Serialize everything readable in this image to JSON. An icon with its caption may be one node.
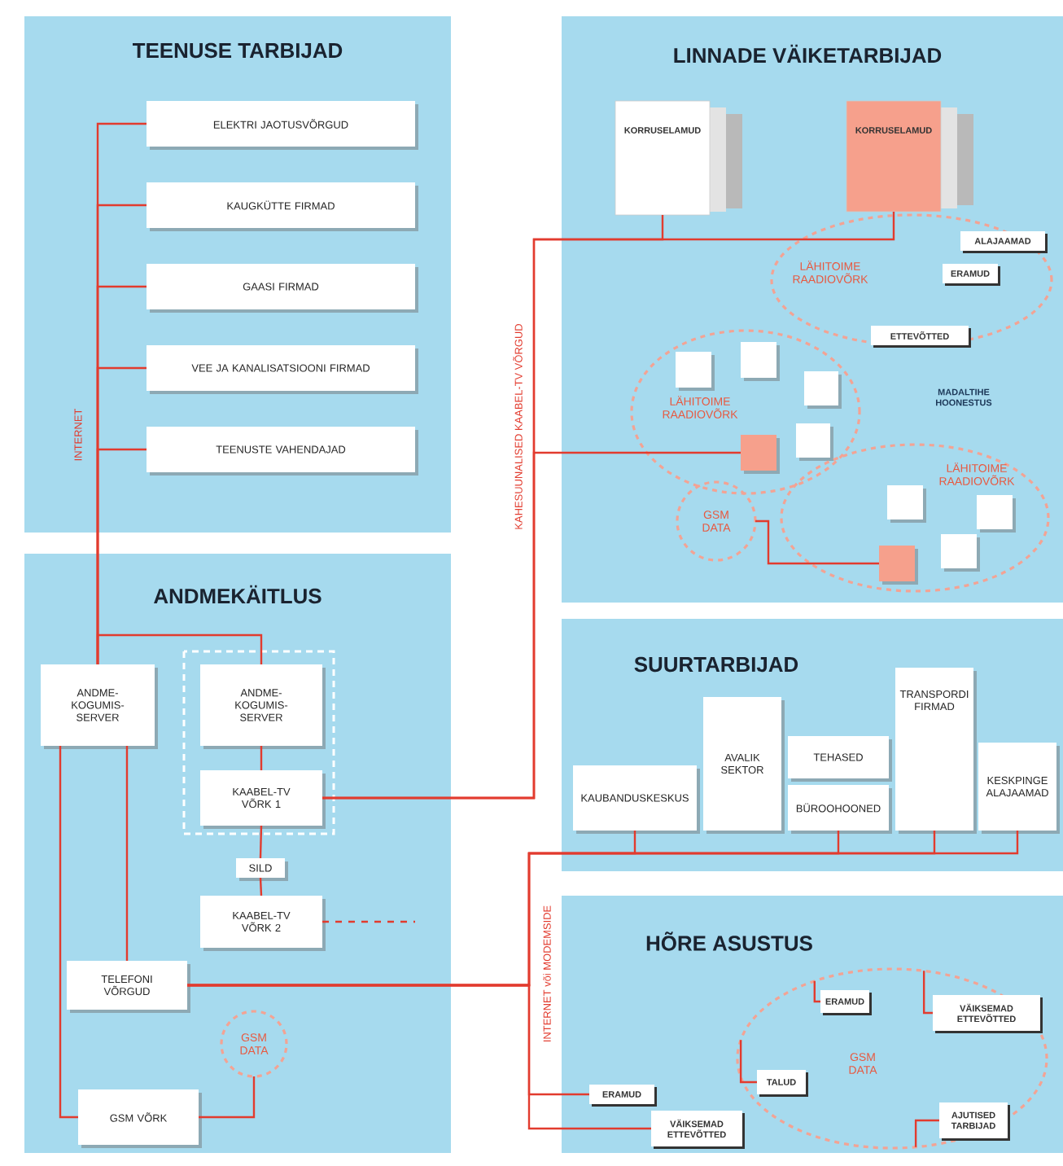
{
  "diagram": {
    "nodes": [
      {
        "text": [
          "TEENUSE TARBIJAD"
        ]
      },
      {
        "text": [
          "ELEKTRI JAOTUSVÕRGUD"
        ],
        "in": 0
      },
      {
        "text": [
          "KAUGKÜTTE FIRMAD"
        ],
        "in": 0
      },
      {
        "text": [
          "GAASI FIRMAD"
        ],
        "in": 0
      },
      {
        "text": [
          "VEE JA KANALISATSIOONI FIRMAD"
        ],
        "in": 0
      },
      {
        "text": [
          "TEENUSTE VAHENDAJAD"
        ],
        "in": 0
      },
      {
        "text": [
          "LINNADE VÄIKETARBIJAD"
        ]
      },
      {
        "text": [
          "KORRUSELAMUD"
        ],
        "in": 6
      },
      {
        "text": [
          "KORRUSELAMUD"
        ],
        "in": 6
      },
      {
        "text": [
          "LÄHITOIME RAADIOVÕRK"
        ],
        "in": 6
      },
      {
        "text": [
          "ALAJAAMAD"
        ],
        "in": 9
      },
      {
        "text": [
          "ERAMUD"
        ],
        "in": 9
      },
      {
        "text": [
          "ETTEVÕTTED"
        ],
        "in": 9
      },
      {
        "text": [
          "LÄHITOIME RAADIOVÕRK"
        ],
        "in": 6
      },
      {
        "text": [],
        "shape": "box",
        "in": 13
      },
      {
        "text": [],
        "shape": "box",
        "in": 13
      },
      {
        "text": [],
        "shape": "box",
        "in": 13
      },
      {
        "text": [],
        "shape": "box",
        "in": 13
      },
      {
        "text": [],
        "shape": "box",
        "in": 13
      },
      {
        "text": [
          "LÄHITOIME RAADIOVÕRK"
        ],
        "in": 6
      },
      {
        "text": [],
        "shape": "box",
        "in": 19
      },
      {
        "text": [],
        "shape": "box",
        "in": 19
      },
      {
        "text": [],
        "shape": "box",
        "in": 19
      },
      {
        "text": [],
        "shape": "box",
        "in": 19
      },
      {
        "text": [
          "GSM DATA"
        ],
        "in": 6
      },
      {
        "text": [
          "ANDMEKÄITLUS"
        ]
      },
      {
        "text": [
          "ANDME- KOGUMIS- SERVER"
        ],
        "in": 25
      },
      {
        "text": [
          "ANDME- KOGUMIS- SERVER"
        ],
        "in": 25
      },
      {
        "text": [
          "KAABEL-TV VÕRK 1"
        ],
        "in": 25
      },
      {
        "text": [
          "SILD"
        ],
        "in": 25
      },
      {
        "text": [
          "KAABEL-TV VÕRK 2"
        ],
        "in": 25
      },
      {
        "text": [
          "TELEFONI VÕRGUD"
        ],
        "in": 25
      },
      {
        "text": [
          "GSM DATA"
        ],
        "in": 25
      },
      {
        "text": [
          "GSM VÕRK"
        ],
        "in": 25
      },
      {
        "text": [
          "SUURTARBIJAD"
        ]
      },
      {
        "text": [
          "AVALIK SEKTOR"
        ],
        "in": 34
      },
      {
        "text": [
          "TRANSPORDI FIRMAD"
        ],
        "in": 34
      },
      {
        "text": [
          "KAUBANDUSKESKUS"
        ],
        "in": 34
      },
      {
        "text": [
          "TEHASED"
        ],
        "in": 34
      },
      {
        "text": [
          "BÜROOHOONED"
        ],
        "in": 34
      },
      {
        "text": [
          "KESKPINGE ALAJAAMAD"
        ],
        "in": 34
      },
      {
        "text": [
          "HÕRE ASUSTUS"
        ]
      },
      {
        "text": [
          "GSM DATA"
        ],
        "in": 41
      },
      {
        "text": [
          "ERAMUD"
        ],
        "in": 42
      },
      {
        "text": [
          "VÄIKSEMAD ETTEVÕTTED"
        ],
        "in": 42
      },
      {
        "text": [
          "TALUD"
        ],
        "in": 42
      },
      {
        "text": [
          "AJUTISED TARBIJAD"
        ],
        "in": 42
      },
      {
        "text": [
          "ERAMUD"
        ],
        "in": 41
      },
      {
        "text": [
          "VÄIKSEMAD ETTEVÕTTED"
        ],
        "in": 41
      }
    ],
    "edges": [
      {
        "from": 26,
        "to": 1,
        "arrow": "none"
      },
      {
        "from": 26,
        "to": 2,
        "arrow": "none"
      },
      {
        "from": 26,
        "to": 3,
        "arrow": "none"
      },
      {
        "from": 26,
        "to": 4,
        "arrow": "none"
      },
      {
        "from": 26,
        "to": 5,
        "arrow": "none"
      },
      {
        "from": 26,
        "to": 27,
        "arrow": "none"
      },
      {
        "from": 26,
        "to": 31,
        "arrow": "none"
      },
      {
        "from": 26,
        "to": 33,
        "arrow": "none"
      },
      {
        "from": 27,
        "to": 28,
        "arrow": "none"
      },
      {
        "from": 28,
        "to": 29,
        "arrow": "none"
      },
      {
        "from": 29,
        "to": 30,
        "arrow": "none"
      },
      {
        "from": 30,
        "to": null,
        "arrow": "none",
        "style": "dashed"
      },
      {
        "from": 33,
        "to": 32,
        "arrow": "none"
      },
      {
        "from": 28,
        "to": 7,
        "arrow": "none"
      },
      {
        "from": 28,
        "to": 8,
        "arrow": "none"
      },
      {
        "from": 28,
        "to": 18,
        "arrow": "none"
      },
      {
        "from": 24,
        "to": 23,
        "arrow": "none"
      },
      {
        "from": 31,
        "to": 37,
        "arrow": "none"
      },
      {
        "from": 31,
        "to": 39,
        "arrow": "none"
      },
      {
        "from": 31,
        "to": 36,
        "arrow": "none"
      },
      {
        "from": 31,
        "to": 40,
        "arrow": "none"
      },
      {
        "from": 31,
        "to": 47,
        "arrow": "none"
      },
      {
        "from": 31,
        "to": 48,
        "arrow": "none"
      },
      {
        "from": 42,
        "to": 43,
        "arrow": "none"
      },
      {
        "from": 42,
        "to": 44,
        "arrow": "none"
      },
      {
        "from": 42,
        "to": 45,
        "arrow": "none"
      },
      {
        "from": 42,
        "to": 46,
        "arrow": "none"
      }
    ],
    "labels": [
      "INTERNET",
      "KAHESUUNALISED KAABEL-TV VÕRGUD",
      "MADALTIHE HOONESTUS",
      "INTERNET või MODEMSIDE"
    ]
  }
}
